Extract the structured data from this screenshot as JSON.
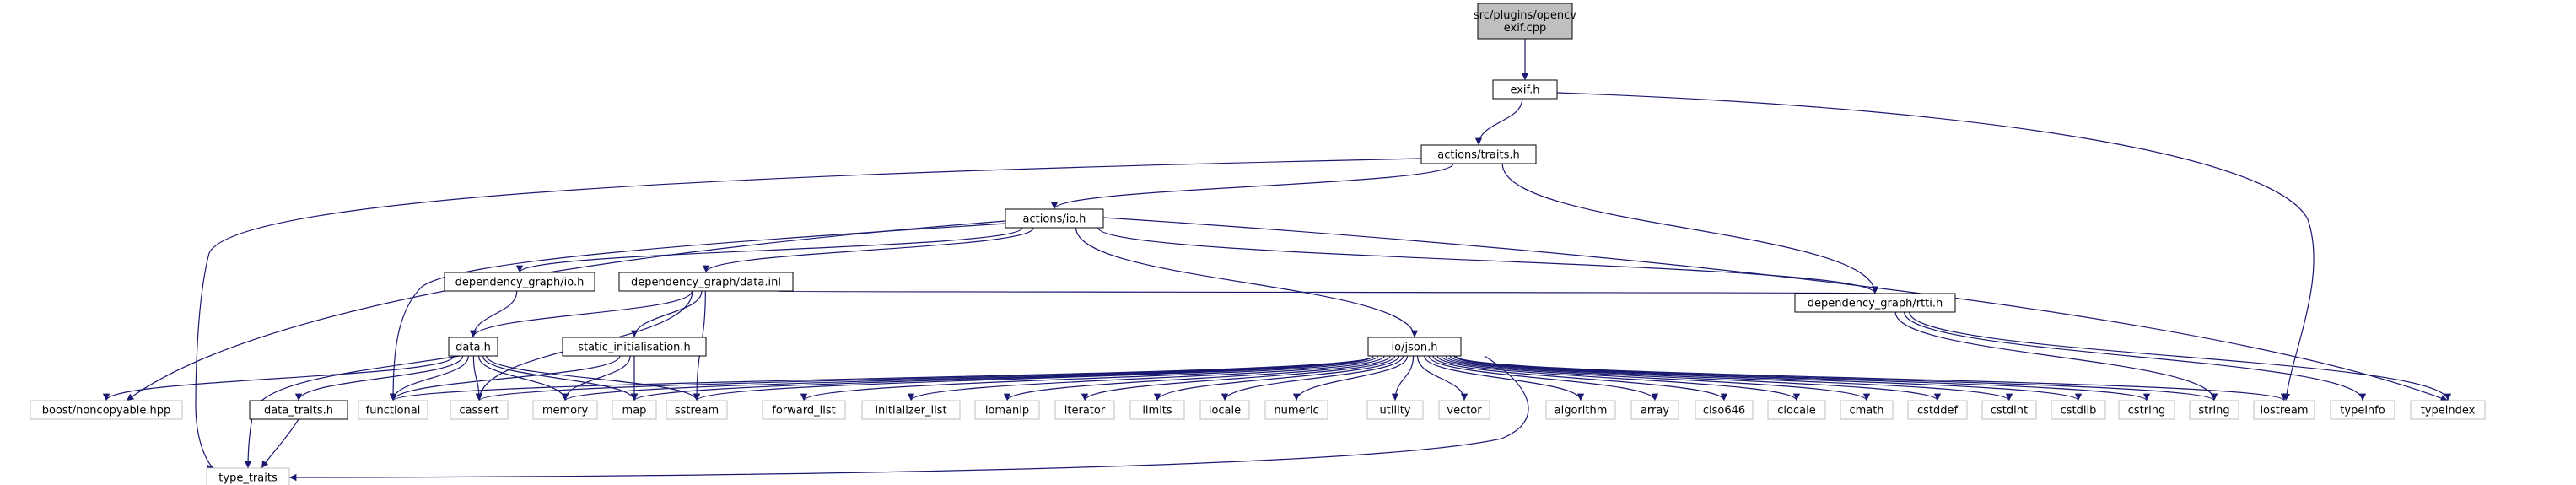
{
  "diagram": {
    "colors": {
      "edge": "#191970",
      "root_fill": "#bfbfbf",
      "node_border": "#000000",
      "external_border": "#bfbfbf",
      "text": "#000000"
    },
    "nodes": [
      {
        "id": "root",
        "lines": [
          "src/plugins/opencv",
          "exif.cpp"
        ],
        "kind": "root"
      },
      {
        "id": "exif_h",
        "lines": [
          "exif.h"
        ],
        "kind": "file"
      },
      {
        "id": "actions_traits",
        "lines": [
          "actions/traits.h"
        ],
        "kind": "file"
      },
      {
        "id": "actions_io",
        "lines": [
          "actions/io.h"
        ],
        "kind": "file"
      },
      {
        "id": "dg_io",
        "lines": [
          "dependency_graph/io.h"
        ],
        "kind": "file"
      },
      {
        "id": "dg_data_inl",
        "lines": [
          "dependency_graph/data.inl"
        ],
        "kind": "file"
      },
      {
        "id": "data_h",
        "lines": [
          "data.h"
        ],
        "kind": "file"
      },
      {
        "id": "static_init",
        "lines": [
          "static_initialisation.h"
        ],
        "kind": "file"
      },
      {
        "id": "io_json",
        "lines": [
          "io/json.h"
        ],
        "kind": "file"
      },
      {
        "id": "dg_rtti",
        "lines": [
          "dependency_graph/rtti.h"
        ],
        "kind": "file"
      },
      {
        "id": "data_traits",
        "lines": [
          "data_traits.h"
        ],
        "kind": "file"
      },
      {
        "id": "boost",
        "lines": [
          "boost/noncopyable.hpp"
        ],
        "kind": "external"
      },
      {
        "id": "functional",
        "lines": [
          "functional"
        ],
        "kind": "external"
      },
      {
        "id": "cassert",
        "lines": [
          "cassert"
        ],
        "kind": "external"
      },
      {
        "id": "memory",
        "lines": [
          "memory"
        ],
        "kind": "external"
      },
      {
        "id": "map",
        "lines": [
          "map"
        ],
        "kind": "external"
      },
      {
        "id": "sstream",
        "lines": [
          "sstream"
        ],
        "kind": "external"
      },
      {
        "id": "forward_list",
        "lines": [
          "forward_list"
        ],
        "kind": "external"
      },
      {
        "id": "initializer_list",
        "lines": [
          "initializer_list"
        ],
        "kind": "external"
      },
      {
        "id": "iomanip",
        "lines": [
          "iomanip"
        ],
        "kind": "external"
      },
      {
        "id": "iterator",
        "lines": [
          "iterator"
        ],
        "kind": "external"
      },
      {
        "id": "limits",
        "lines": [
          "limits"
        ],
        "kind": "external"
      },
      {
        "id": "locale",
        "lines": [
          "locale"
        ],
        "kind": "external"
      },
      {
        "id": "numeric",
        "lines": [
          "numeric"
        ],
        "kind": "external"
      },
      {
        "id": "utility",
        "lines": [
          "utility"
        ],
        "kind": "external"
      },
      {
        "id": "vector",
        "lines": [
          "vector"
        ],
        "kind": "external"
      },
      {
        "id": "algorithm",
        "lines": [
          "algorithm"
        ],
        "kind": "external"
      },
      {
        "id": "array",
        "lines": [
          "array"
        ],
        "kind": "external"
      },
      {
        "id": "ciso646",
        "lines": [
          "ciso646"
        ],
        "kind": "external"
      },
      {
        "id": "clocale",
        "lines": [
          "clocale"
        ],
        "kind": "external"
      },
      {
        "id": "cmath",
        "lines": [
          "cmath"
        ],
        "kind": "external"
      },
      {
        "id": "cstddef",
        "lines": [
          "cstddef"
        ],
        "kind": "external"
      },
      {
        "id": "cstdint",
        "lines": [
          "cstdint"
        ],
        "kind": "external"
      },
      {
        "id": "cstdlib",
        "lines": [
          "cstdlib"
        ],
        "kind": "external"
      },
      {
        "id": "cstring",
        "lines": [
          "cstring"
        ],
        "kind": "external"
      },
      {
        "id": "string",
        "lines": [
          "string"
        ],
        "kind": "external"
      },
      {
        "id": "iostream",
        "lines": [
          "iostream"
        ],
        "kind": "external"
      },
      {
        "id": "typeinfo",
        "lines": [
          "typeinfo"
        ],
        "kind": "external"
      },
      {
        "id": "typeindex",
        "lines": [
          "typeindex"
        ],
        "kind": "external"
      },
      {
        "id": "type_traits",
        "lines": [
          "type_traits"
        ],
        "kind": "external"
      }
    ],
    "edges": [
      {
        "from": "root",
        "to": "exif_h"
      },
      {
        "from": "exif_h",
        "to": "actions_traits"
      },
      {
        "from": "exif_h",
        "to": "iostream"
      },
      {
        "from": "actions_traits",
        "to": "actions_io"
      },
      {
        "from": "actions_traits",
        "to": "dg_rtti"
      },
      {
        "from": "actions_traits",
        "to": "type_traits"
      },
      {
        "from": "actions_io",
        "to": "dg_io"
      },
      {
        "from": "actions_io",
        "to": "dg_data_inl"
      },
      {
        "from": "actions_io",
        "to": "io_json"
      },
      {
        "from": "actions_io",
        "to": "dg_rtti"
      },
      {
        "from": "actions_io",
        "to": "boost"
      },
      {
        "from": "actions_io",
        "to": "functional"
      },
      {
        "from": "actions_io",
        "to": "typeindex"
      },
      {
        "from": "dg_io",
        "to": "data_h"
      },
      {
        "from": "dg_data_inl",
        "to": "data_h"
      },
      {
        "from": "dg_data_inl",
        "to": "static_init"
      },
      {
        "from": "dg_data_inl",
        "to": "dg_rtti"
      },
      {
        "from": "dg_data_inl",
        "to": "cassert"
      },
      {
        "from": "dg_data_inl",
        "to": "sstream"
      },
      {
        "from": "data_h",
        "to": "data_traits"
      },
      {
        "from": "data_h",
        "to": "boost"
      },
      {
        "from": "data_h",
        "to": "functional"
      },
      {
        "from": "data_h",
        "to": "cassert"
      },
      {
        "from": "data_h",
        "to": "memory"
      },
      {
        "from": "data_h",
        "to": "map"
      },
      {
        "from": "data_h",
        "to": "sstream"
      },
      {
        "from": "data_h",
        "to": "type_traits"
      },
      {
        "from": "data_traits",
        "to": "type_traits"
      },
      {
        "from": "static_init",
        "to": "functional"
      },
      {
        "from": "static_init",
        "to": "memory"
      },
      {
        "from": "static_init",
        "to": "map"
      },
      {
        "from": "io_json",
        "to": "functional"
      },
      {
        "from": "io_json",
        "to": "cassert"
      },
      {
        "from": "io_json",
        "to": "memory"
      },
      {
        "from": "io_json",
        "to": "map"
      },
      {
        "from": "io_json",
        "to": "sstream"
      },
      {
        "from": "io_json",
        "to": "forward_list"
      },
      {
        "from": "io_json",
        "to": "initializer_list"
      },
      {
        "from": "io_json",
        "to": "iomanip"
      },
      {
        "from": "io_json",
        "to": "iterator"
      },
      {
        "from": "io_json",
        "to": "limits"
      },
      {
        "from": "io_json",
        "to": "locale"
      },
      {
        "from": "io_json",
        "to": "numeric"
      },
      {
        "from": "io_json",
        "to": "utility"
      },
      {
        "from": "io_json",
        "to": "vector"
      },
      {
        "from": "io_json",
        "to": "algorithm"
      },
      {
        "from": "io_json",
        "to": "array"
      },
      {
        "from": "io_json",
        "to": "ciso646"
      },
      {
        "from": "io_json",
        "to": "clocale"
      },
      {
        "from": "io_json",
        "to": "cmath"
      },
      {
        "from": "io_json",
        "to": "cstddef"
      },
      {
        "from": "io_json",
        "to": "cstdint"
      },
      {
        "from": "io_json",
        "to": "cstdlib"
      },
      {
        "from": "io_json",
        "to": "cstring"
      },
      {
        "from": "io_json",
        "to": "string"
      },
      {
        "from": "io_json",
        "to": "iostream"
      },
      {
        "from": "io_json",
        "to": "type_traits"
      },
      {
        "from": "dg_rtti",
        "to": "string"
      },
      {
        "from": "dg_rtti",
        "to": "typeinfo"
      },
      {
        "from": "dg_rtti",
        "to": "typeindex"
      }
    ]
  }
}
